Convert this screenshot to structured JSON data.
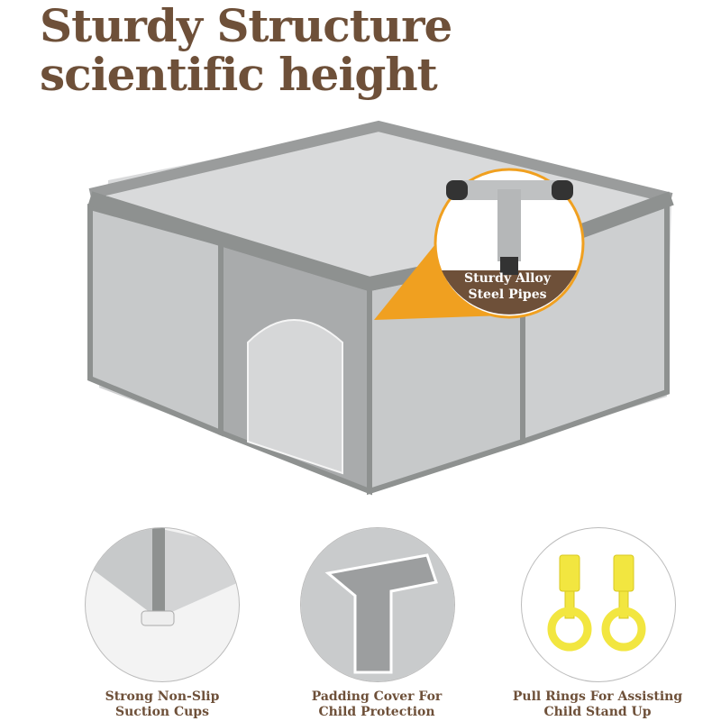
{
  "headline": {
    "line1": "Sturdy Structure",
    "line2": "scientific height"
  },
  "callout": {
    "line1": "Sturdy Alloy",
    "line2": "Steel Pipes"
  },
  "features": [
    {
      "line1": "Strong Non-Slip",
      "line2": "Suction Cups"
    },
    {
      "line1": "Padding Cover For",
      "line2": "Child Protection"
    },
    {
      "line1": "Pull Rings For Assisting",
      "line2": "Child Stand Up"
    }
  ],
  "colors": {
    "brand_brown": "#6e5039",
    "accent_orange": "#f0a020",
    "frame_gray": "#8e9190",
    "ring_yellow": "#f2e640"
  }
}
